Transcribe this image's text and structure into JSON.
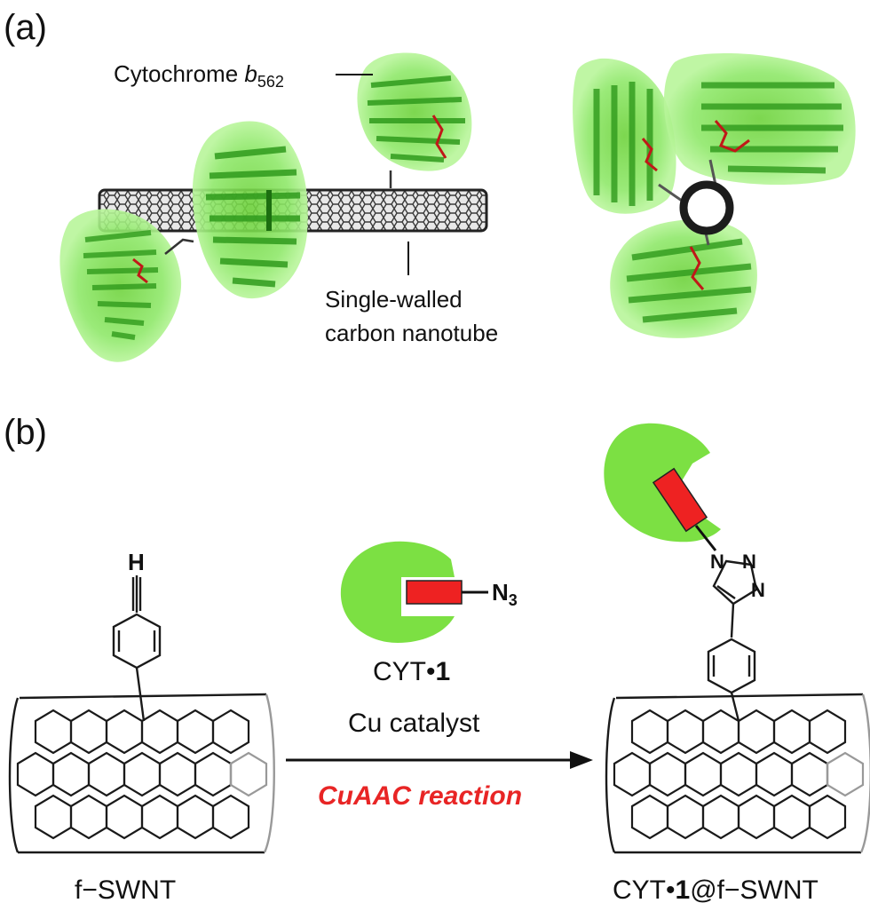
{
  "panel_a": {
    "label": "(a)",
    "protein_label": "Cytochrome ",
    "protein_label_italic": "b",
    "protein_label_sub": "562",
    "tube_label_line1": "Single-walled",
    "tube_label_line2": "carbon nanotube"
  },
  "panel_b": {
    "label": "(b)",
    "alkyne_h": "H",
    "reagent_label": "CYT•",
    "reagent_bold": "1",
    "azide": "N",
    "azide_sub": "3",
    "condition": "Cu catalyst",
    "reaction_name": "CuAAC reaction",
    "start_label": "f−SWNT",
    "product_label_pre": "CYT•",
    "product_label_bold": "1",
    "product_label_post": "@f−SWNT",
    "triazole_n1": "N",
    "triazole_n2": "N",
    "triazole_n3": "N"
  },
  "colors": {
    "protein_green": "#7fe050",
    "protein_green_dark": "#2f9a1c",
    "heme_red": "#ee2222",
    "reaction_red": "#e82525",
    "nanotube_gray": "#555555"
  }
}
